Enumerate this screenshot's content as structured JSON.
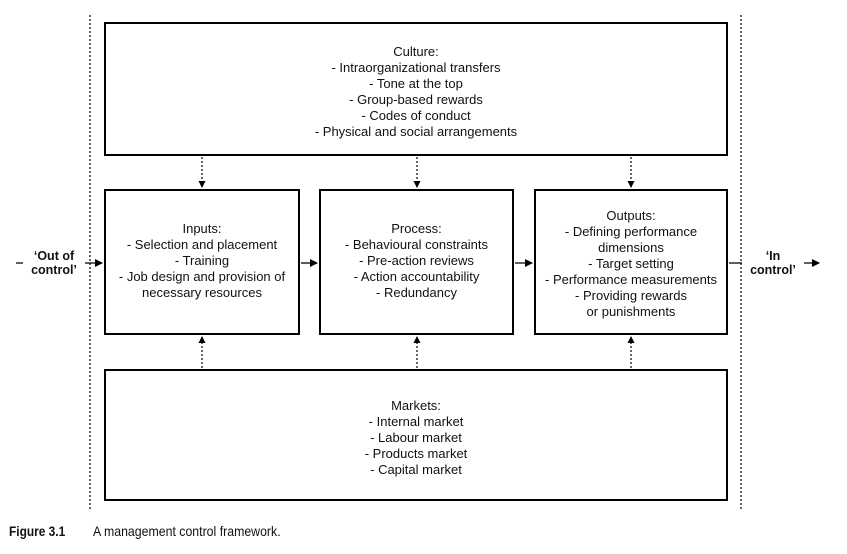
{
  "culture": {
    "title": "Culture:",
    "items": [
      "- Intraorganizational transfers",
      "- Tone at the top",
      "- Group-based rewards",
      "- Codes of conduct",
      "- Physical and social arrangements"
    ]
  },
  "inputs": {
    "title": "Inputs:",
    "items": [
      "- Selection and placement",
      "- Training",
      "- Job design and provision of",
      "necessary resources"
    ]
  },
  "process": {
    "title": "Process:",
    "items": [
      "- Behavioural constraints",
      "- Pre-action reviews",
      "- Action accountability",
      "- Redundancy"
    ]
  },
  "outputs": {
    "title": "Outputs:",
    "items": [
      "- Defining performance",
      "dimensions",
      "- Target setting",
      "- Performance measurements",
      "- Providing rewards",
      "or punishments"
    ]
  },
  "markets": {
    "title": "Markets:",
    "items": [
      "- Internal market",
      "- Labour market",
      "- Products market",
      "- Capital market"
    ]
  },
  "side_labels": {
    "left_line1": "‘Out of",
    "left_line2": "control’",
    "right_line1": "‘In",
    "right_line2": "control’"
  },
  "caption": {
    "number": "Figure 3.1",
    "text": "A management control framework."
  }
}
